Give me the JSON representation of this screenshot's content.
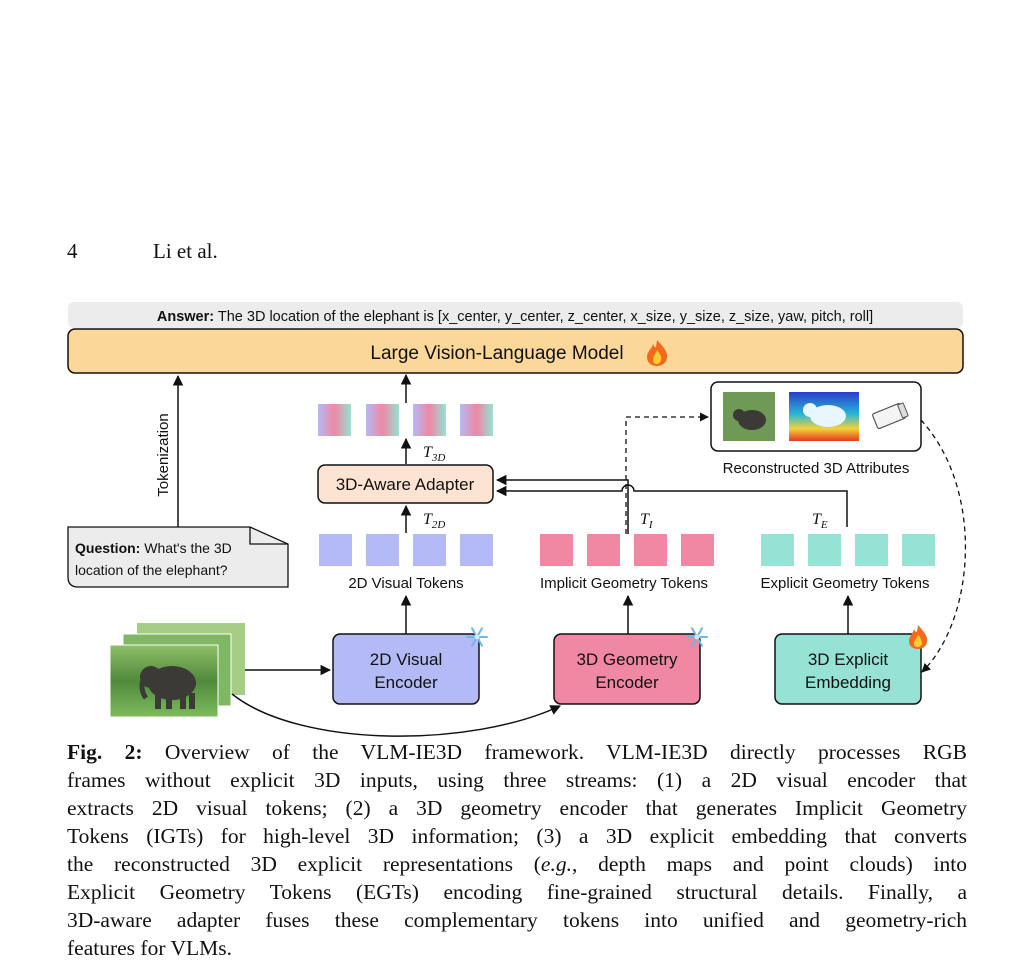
{
  "header": {
    "page_number": "4",
    "authors": "Li et al."
  },
  "figure": {
    "answer_label": "Answer:",
    "answer_text": " The 3D location of the elephant is [x_center, y_center, z_center, x_size, y_size, z_size, yaw, pitch, roll]",
    "llm_label": "Large Vision-Language Model",
    "adapter_label": "3D-Aware Adapter",
    "tokenization_label": "Tokenization",
    "question_label": "Question:",
    "question_line1": " What's the 3D",
    "question_line2": "location of the elephant?",
    "token_labels": {
      "visual": "2D Visual Tokens",
      "implicit": "Implicit Geometry Tokens",
      "explicit": "Explicit Geometry Tokens"
    },
    "math": {
      "t3d": "T",
      "t3d_sub": "3D",
      "t2d": "T",
      "t2d_sub": "2D",
      "ti": "T",
      "ti_sub": "I",
      "te": "T",
      "te_sub": "E"
    },
    "encoders": {
      "visual": [
        "2D Visual",
        "Encoder"
      ],
      "geometry": [
        "3D Geometry",
        "Encoder"
      ],
      "explicit": [
        "3D Explicit",
        "Embedding"
      ]
    },
    "reconstructed_label": "Reconstructed 3D Attributes",
    "icons": {
      "frozen": "snowflake-icon",
      "trainable": "fire-icon"
    },
    "colors": {
      "llm": "#fcd79a",
      "adapter": "#fde4d2",
      "visual": "#b3baf6",
      "geometry": "#f087a3",
      "explicit": "#96e2d4",
      "answer_bg": "#ececec",
      "question_bg": "#ececec"
    }
  },
  "caption": {
    "label": "Fig. 2:",
    "lines": [
      " Overview of the VLM-IE3D framework. VLM-IE3D directly processes RGB",
      "frames without explicit 3D inputs, using three streams: (1) a 2D visual encoder that",
      "extracts 2D visual tokens; (2) a 3D geometry encoder that generates Implicit Geometry",
      "Tokens (IGTs) for high-level 3D information; (3) a 3D explicit embedding that converts",
      "the reconstructed 3D explicit representations (",
      "Explicit Geometry Tokens (EGTs) encoding fine-grained structural details. Finally, a",
      "3D-aware adapter fuses these complementary tokens into unified and geometry-rich",
      "features for VLMs."
    ],
    "eg": "e.g.",
    "line5_tail": ", depth maps and point clouds) into"
  }
}
